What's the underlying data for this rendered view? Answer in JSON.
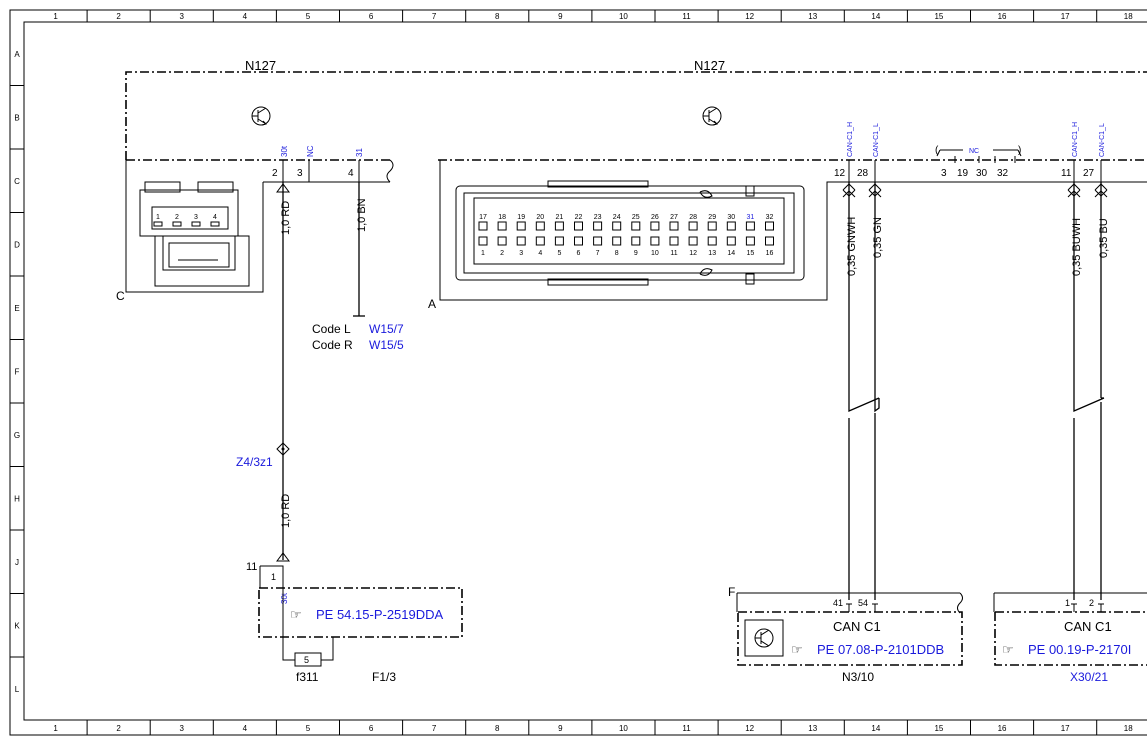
{
  "frame": {
    "columns": [
      "1",
      "2",
      "3",
      "4",
      "5",
      "6",
      "7",
      "8",
      "9",
      "10",
      "11",
      "12",
      "13",
      "14",
      "15",
      "16",
      "17",
      "18"
    ],
    "rows": [
      "A",
      "B",
      "C",
      "D",
      "E",
      "F",
      "G",
      "H",
      "J",
      "K",
      "L"
    ]
  },
  "components": {
    "n127_left": "N127",
    "n127_right": "N127",
    "conn_c": "C",
    "conn_a": "A",
    "f_label": "F",
    "f311": "f311",
    "f1_3": "F1/3",
    "n3_10": "N3/10",
    "x30_21": "X30/21",
    "z4_3z1": "Z4/3z1"
  },
  "pins": {
    "p2": "2",
    "p3": "3",
    "p4": "4",
    "p12": "12",
    "p28": "28",
    "p3b": "3",
    "p19": "19",
    "p30": "30",
    "p32": "32",
    "p11": "11",
    "p27": "27",
    "p41": "41",
    "p54": "54",
    "p1": "1",
    "p2b": "2",
    "p11_fuse": "11",
    "p1_fuse": "1",
    "p5_fuse": "5"
  },
  "signals": {
    "s30t": "30t",
    "nc": "NC",
    "s31": "31",
    "can_h": "CAN-C1_H",
    "can_l": "CAN-C1_L",
    "nc_bracket": "NC",
    "can_h2": "CAN-C1_H",
    "can_l2": "CAN-C1_L",
    "fuse_30t": "30t"
  },
  "wires": {
    "w_rd1": "1,0 RD",
    "w_bn": "1,0 BN",
    "w_rd2": "1,0 RD",
    "w_gnwh": "0,35 GNWH",
    "w_gn": "0,35 GN",
    "w_buwh": "0,35 BUWH",
    "w_bu": "0,35 BU"
  },
  "ground": {
    "code_l": "Code L",
    "code_l_ref": "W15/7",
    "code_r": "Code R",
    "code_r_ref": "W15/5"
  },
  "refs": {
    "fuse_ref": "PE 54.15-P-2519DDA",
    "n3_ref": "PE 07.08-P-2101DDB",
    "x30_ref": "PE 00.19-P-2170I",
    "can_c1_a": "CAN C1",
    "can_c1_b": "CAN C1"
  },
  "connector_a": {
    "top_pins": [
      "17",
      "18",
      "19",
      "20",
      "21",
      "22",
      "23",
      "24",
      "25",
      "26",
      "27",
      "28",
      "29",
      "30",
      "31",
      "32"
    ],
    "bottom_pins": [
      "1",
      "2",
      "3",
      "4",
      "5",
      "6",
      "7",
      "8",
      "9",
      "10",
      "11",
      "12",
      "13",
      "14",
      "15",
      "16"
    ]
  },
  "connector_c": {
    "pins": [
      "1",
      "2",
      "3",
      "4"
    ]
  },
  "colors": {
    "blue_text": "#1a1adc",
    "line": "#000000"
  }
}
